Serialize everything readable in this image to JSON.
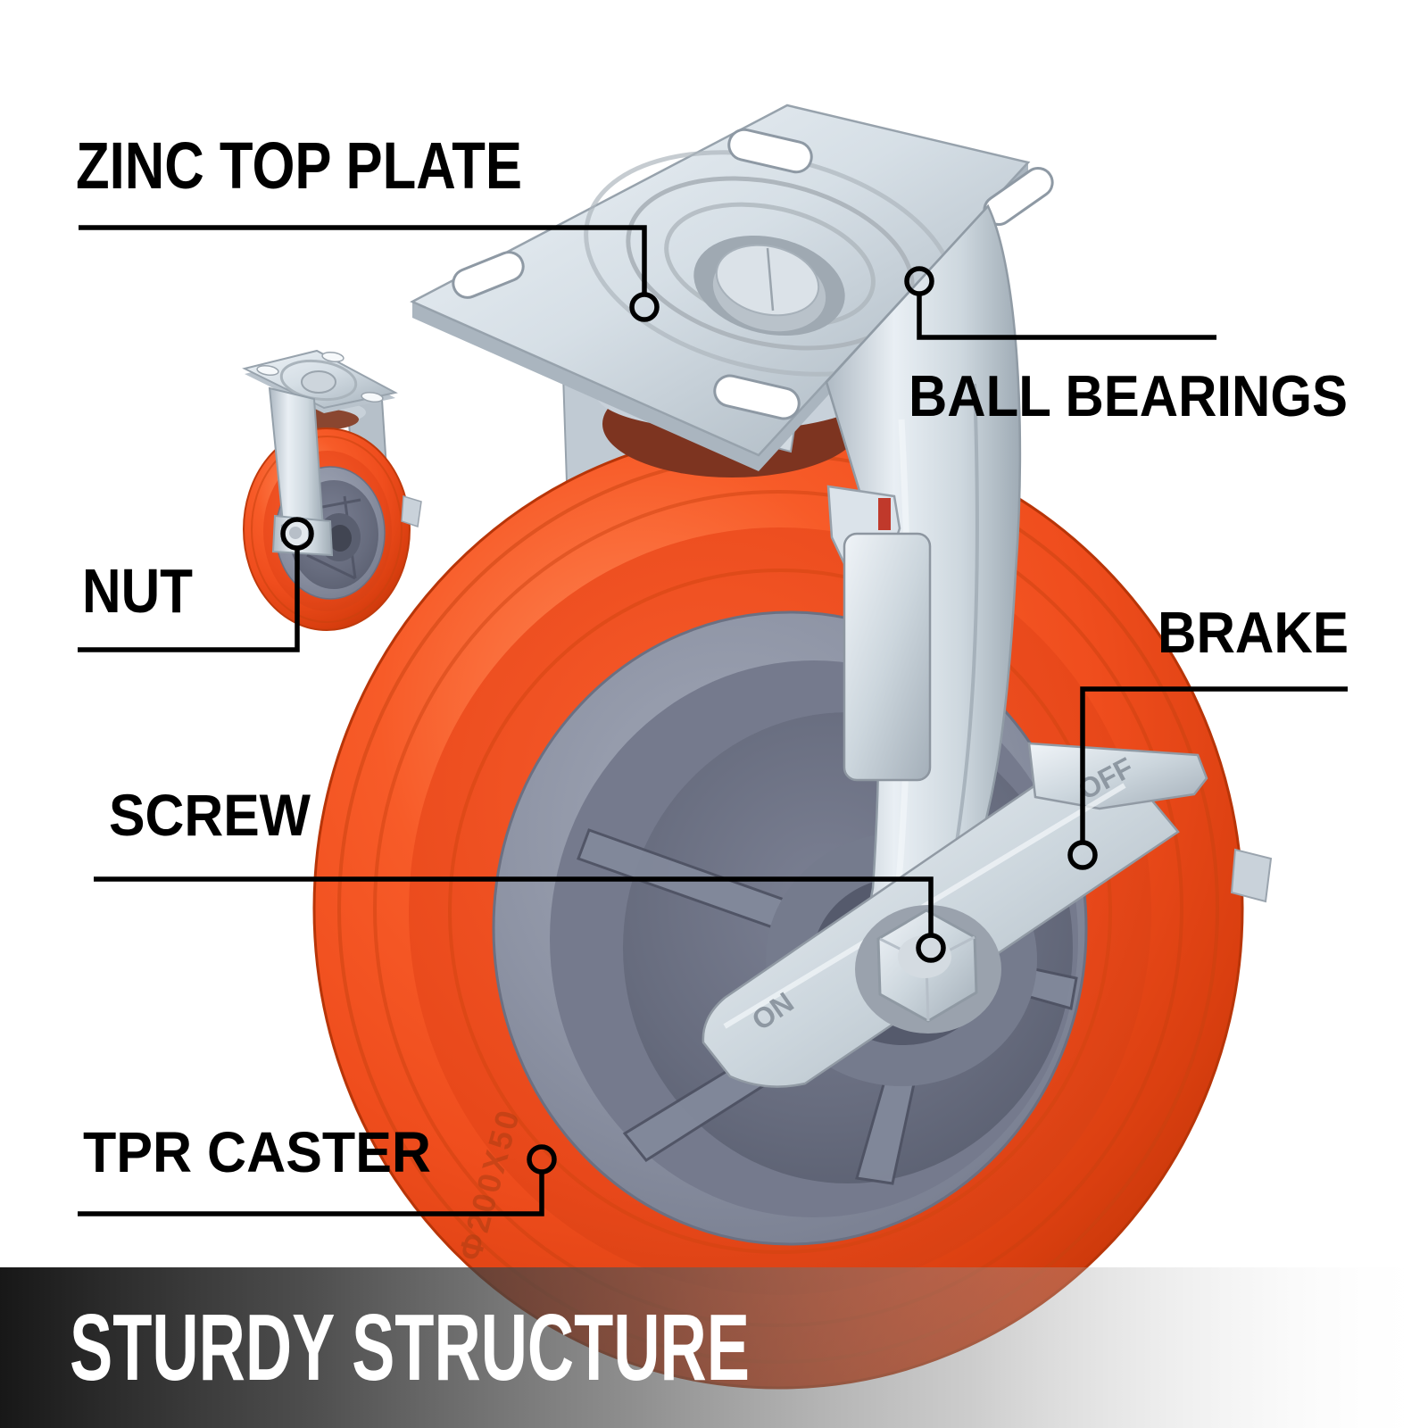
{
  "callouts": [
    {
      "id": "zinc-top-plate",
      "label": "ZINC TOP PLATE"
    },
    {
      "id": "ball-bearings",
      "label": "BALL BEARINGS"
    },
    {
      "id": "nut",
      "label": "NUT"
    },
    {
      "id": "brake",
      "label": "BRAKE"
    },
    {
      "id": "screw",
      "label": "SCREW"
    },
    {
      "id": "tpr-caster",
      "label": "TPR CASTER"
    }
  ],
  "banner": {
    "title": "STURDY STRUCTURE"
  },
  "wheel_markings": {
    "size_embossed": "Φ200X50",
    "brake_off": "OFF",
    "brake_on": "ON"
  },
  "colors": {
    "tread_orange": "#f1511f",
    "hub_gray": "#8d93a4",
    "zinc": "#d9e1e8",
    "callout_black": "#000000",
    "banner_dark": "#141414",
    "banner_text": "#ffffff"
  }
}
